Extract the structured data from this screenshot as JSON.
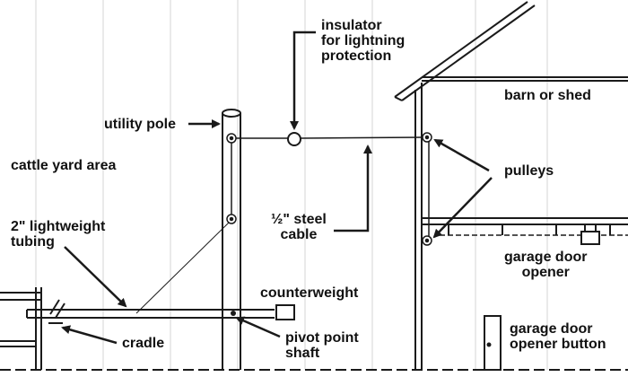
{
  "colors": {
    "ink": "#1a1a1a",
    "paper": "#ffffff",
    "grid": "#cfcfcf"
  },
  "labels": {
    "insulator": [
      "insulator",
      "for lightning",
      "protection"
    ],
    "barn": [
      "barn or shed"
    ],
    "utility_pole": [
      "utility pole"
    ],
    "cattle_yard": [
      "cattle yard area"
    ],
    "pulleys": [
      "pulleys"
    ],
    "tubing": [
      "2\" lightweight",
      "tubing"
    ],
    "steel_cable": [
      "½\" steel",
      "cable"
    ],
    "garage_door_opener": [
      "garage door",
      "opener"
    ],
    "counterweight": [
      "counterweight"
    ],
    "cradle": [
      "cradle"
    ],
    "pivot_point": [
      "pivot point",
      "shaft"
    ],
    "opener_button": [
      "garage door",
      "opener button"
    ]
  }
}
